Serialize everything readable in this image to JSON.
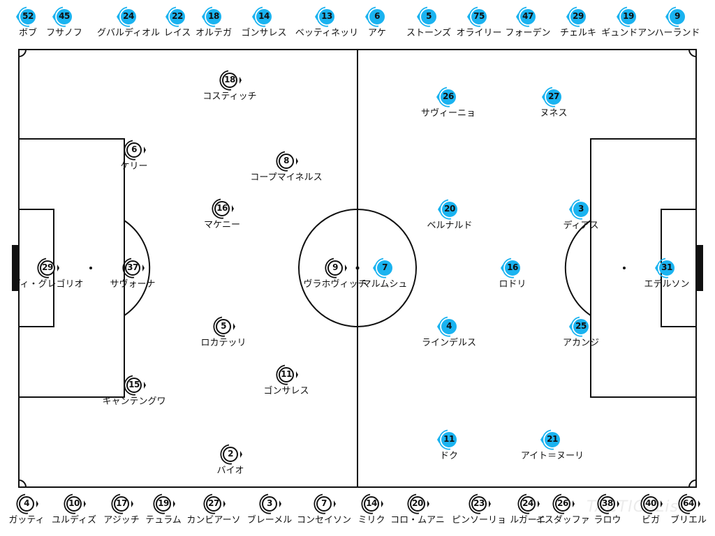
{
  "watermark": "TACTICAList",
  "teams": {
    "home": {
      "color": "#111111",
      "fill": "#ffffff"
    },
    "away": {
      "color": "#1ab3f0",
      "fill": "#1ab3f0"
    }
  },
  "away_bench": [
    {
      "num": "52",
      "name": "ボブ"
    },
    {
      "num": "45",
      "name": "フサノフ"
    },
    {
      "num": "24",
      "name": "グバルディオル"
    },
    {
      "num": "22",
      "name": "レイス"
    },
    {
      "num": "18",
      "name": "オルテガ"
    },
    {
      "num": "14",
      "name": "ゴンサレス"
    },
    {
      "num": "13",
      "name": "ベッティネッリ"
    },
    {
      "num": "6",
      "name": "アケ"
    },
    {
      "num": "5",
      "name": "ストーンズ"
    },
    {
      "num": "75",
      "name": "オライリー"
    },
    {
      "num": "47",
      "name": "フォーデン"
    },
    {
      "num": "29",
      "name": "チェルキ"
    },
    {
      "num": "19",
      "name": "ギュンドアン"
    },
    {
      "num": "9",
      "name": "ハーランド"
    }
  ],
  "home_bench": [
    {
      "num": "4",
      "name": "ガッティ"
    },
    {
      "num": "10",
      "name": "ユルディズ"
    },
    {
      "num": "17",
      "name": "アジッチ"
    },
    {
      "num": "19",
      "name": "テュラム"
    },
    {
      "num": "27",
      "name": "カンビアーソ"
    },
    {
      "num": "3",
      "name": "ブレーメル"
    },
    {
      "num": "7",
      "name": "コンセイソン"
    },
    {
      "num": "14",
      "name": "ミリク"
    },
    {
      "num": "20",
      "name": "コロ・ムアニ"
    },
    {
      "num": "23",
      "name": "ピンソーリョ"
    },
    {
      "num": "24",
      "name": "ルガーニ"
    },
    {
      "num": "26",
      "name": "イスダッファ"
    },
    {
      "num": "38",
      "name": "ラロウ"
    },
    {
      "num": "40",
      "name": "ビガ"
    },
    {
      "num": "64",
      "name": "ブリエル"
    }
  ],
  "home_lineup": [
    {
      "num": "29",
      "name": "ディ・グレゴリオ"
    },
    {
      "num": "6",
      "name": "ケリー"
    },
    {
      "num": "37",
      "name": "サヴォーナ"
    },
    {
      "num": "15",
      "name": "キャンテングワ"
    },
    {
      "num": "18",
      "name": "コスティッチ"
    },
    {
      "num": "16",
      "name": "マケニー"
    },
    {
      "num": "5",
      "name": "ロカテッリ"
    },
    {
      "num": "2",
      "name": "バイオ"
    },
    {
      "num": "8",
      "name": "コープマイネルス"
    },
    {
      "num": "11",
      "name": "ゴンサレス"
    },
    {
      "num": "9",
      "name": "ヴラホヴィッチ"
    }
  ],
  "away_lineup": [
    {
      "num": "7",
      "name": "マルムシュ"
    },
    {
      "num": "26",
      "name": "サヴィーニョ"
    },
    {
      "num": "20",
      "name": "ベルナルド"
    },
    {
      "num": "4",
      "name": "ラインデルス"
    },
    {
      "num": "11",
      "name": "ドク"
    },
    {
      "num": "16",
      "name": "ロドリ"
    },
    {
      "num": "27",
      "name": "ヌネス"
    },
    {
      "num": "3",
      "name": "ディアス"
    },
    {
      "num": "25",
      "name": "アカンジ"
    },
    {
      "num": "21",
      "name": "アイト＝ヌーリ"
    },
    {
      "num": "31",
      "name": "エデルソン"
    }
  ]
}
